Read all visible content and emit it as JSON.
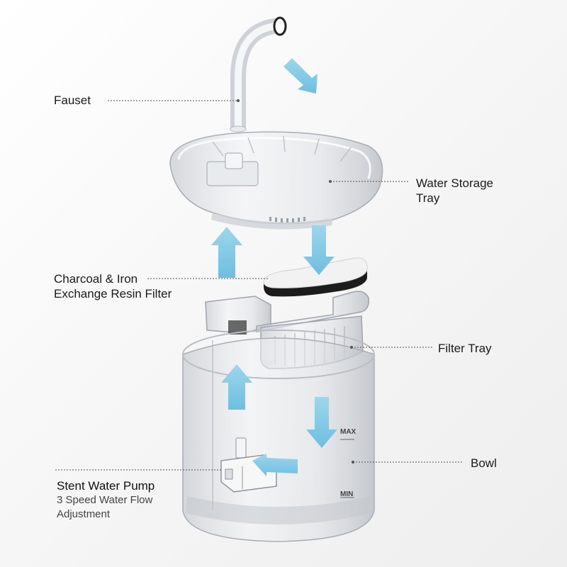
{
  "labels": {
    "faucet": "Fauset",
    "storage_tray": [
      "Water Storage",
      "Tray"
    ],
    "filter": [
      "Charcoal & Iron",
      "Exchange Resin Filter"
    ],
    "filter_tray": "Filter Tray",
    "bowl": "Bowl",
    "pump_title": "Stent Water Pump",
    "pump_desc": [
      "3 Speed Water Flow",
      "Adjustment"
    ]
  },
  "gauge": {
    "max": "MAX",
    "min": "MIN"
  },
  "colors": {
    "arrow": "#7cc6e4",
    "leader": "#555555",
    "plastic": "#d7dbe0",
    "filter": "#1c1c1c"
  }
}
